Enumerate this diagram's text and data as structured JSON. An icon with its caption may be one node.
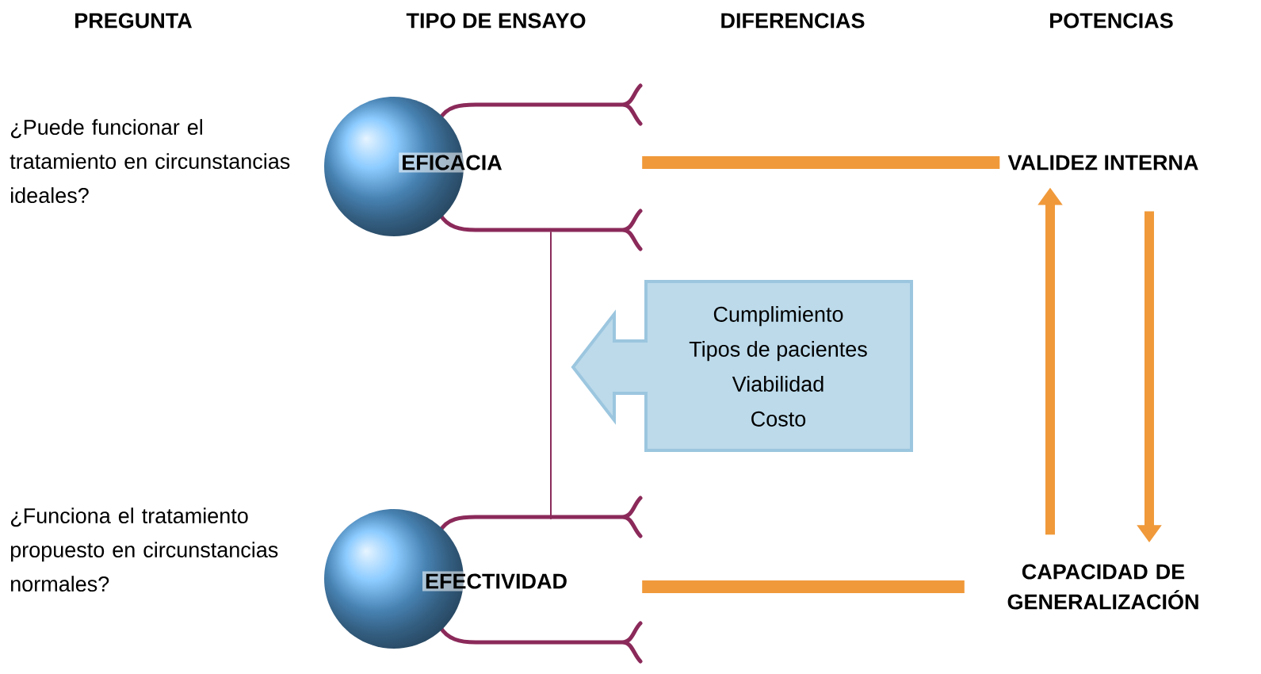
{
  "diagram": {
    "nodes": [
      {
        "text": [
          "EFICACIA"
        ]
      },
      {
        "text": [
          "EFECTIVIDAD"
        ]
      },
      {
        "text": [
          "VALIDEZ INTERNA"
        ]
      },
      {
        "text": [
          "CAPACIDAD DE GENERALIZACIÓN"
        ]
      },
      {
        "text": [
          "Cumplimiento",
          "Tipos de pacientes",
          "Viabilidad",
          "Costo"
        ]
      }
    ],
    "edges": [
      {
        "from": 0,
        "to": 2,
        "arrow": "none"
      },
      {
        "from": 1,
        "to": 3,
        "arrow": "none"
      },
      {
        "from": 3,
        "to": 2,
        "arrow": "to"
      },
      {
        "from": 2,
        "to": 3,
        "arrow": "to"
      },
      {
        "from": 0,
        "to": 1,
        "arrow": "none",
        "color": "#8b2a5a"
      }
    ],
    "labels": [
      "PREGUNTA",
      "TIPO DE ENSAYO",
      "DIFERENCIAS",
      "POTENCIAS",
      "¿Puede funcionar el tratamiento en circunstancias ideales?",
      "¿Funciona el tratamiento propuesto en circunstancias normales?"
    ]
  }
}
